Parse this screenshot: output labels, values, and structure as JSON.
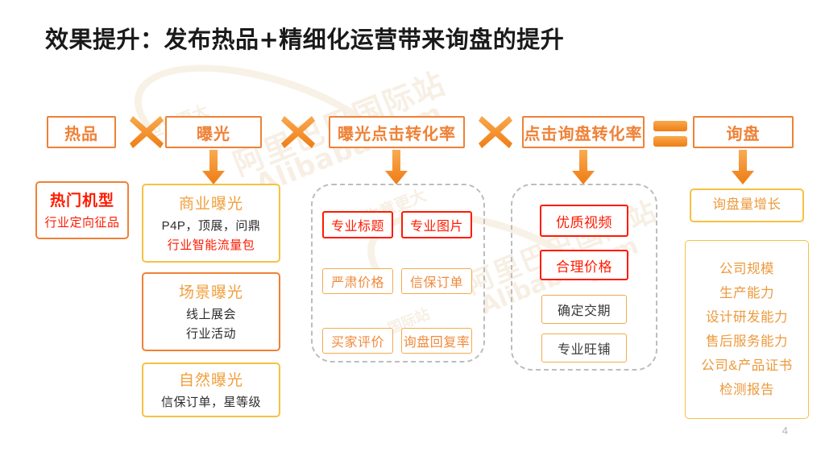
{
  "slide": {
    "title": "效果提升：发布热品+精细化运营带来询盘的提升",
    "page_number": "4",
    "watermark": {
      "brand_cn": "阿里巴巴国际站",
      "brand_en": "Alibaba.com",
      "tag_left": "世界更大",
      "tag_mid": "生意更大",
      "tag_small": "国际站"
    },
    "colors": {
      "accent_orange": "#ef8136",
      "light_orange": "#f6c243",
      "text_orange": "#ec9a3c",
      "red": "#ff1a00",
      "dashed_gray": "#bdbdbd",
      "title_black": "#1a1a1a"
    }
  },
  "formula": {
    "terms": [
      {
        "label": "热品"
      },
      {
        "label": "曝光"
      },
      {
        "label": "曝光点击转化率"
      },
      {
        "label": "点击询盘转化率"
      },
      {
        "label": "询盘"
      }
    ],
    "operators": [
      "multiply",
      "multiply",
      "multiply",
      "equals"
    ]
  },
  "columns": [
    {
      "key": "hot-product",
      "cards": [
        {
          "title": "热门机型",
          "lines": [
            "行业定向征品"
          ]
        }
      ]
    },
    {
      "key": "exposure",
      "cards": [
        {
          "title": "商业曝光",
          "lines": [
            "P4P，顶展，问鼎",
            "行业智能流量包"
          ]
        },
        {
          "title": "场景曝光",
          "lines": [
            "线上展会",
            "行业活动"
          ]
        },
        {
          "title": "自然曝光",
          "lines": [
            "信保订单，星等级"
          ]
        }
      ]
    },
    {
      "key": "exposure-click-rate",
      "pills": [
        {
          "label": "专业标题",
          "style": "red"
        },
        {
          "label": "专业图片",
          "style": "red"
        },
        {
          "label": "严肃价格",
          "style": "orange"
        },
        {
          "label": "信保订单",
          "style": "orange"
        },
        {
          "label": "买家评价",
          "style": "orange"
        },
        {
          "label": "询盘回复率",
          "style": "orange"
        }
      ]
    },
    {
      "key": "click-inquiry-rate",
      "pills": [
        {
          "label": "优质视频",
          "style": "red"
        },
        {
          "label": "合理价格",
          "style": "red"
        },
        {
          "label": "确定交期",
          "style": "dark"
        },
        {
          "label": "专业旺铺",
          "style": "dark"
        }
      ]
    },
    {
      "key": "inquiry",
      "headline": "询盘量增长",
      "items": [
        "公司规模",
        "生产能力",
        "设计研发能力",
        "售后服务能力",
        "公司&产品证书",
        "检测报告"
      ]
    }
  ]
}
